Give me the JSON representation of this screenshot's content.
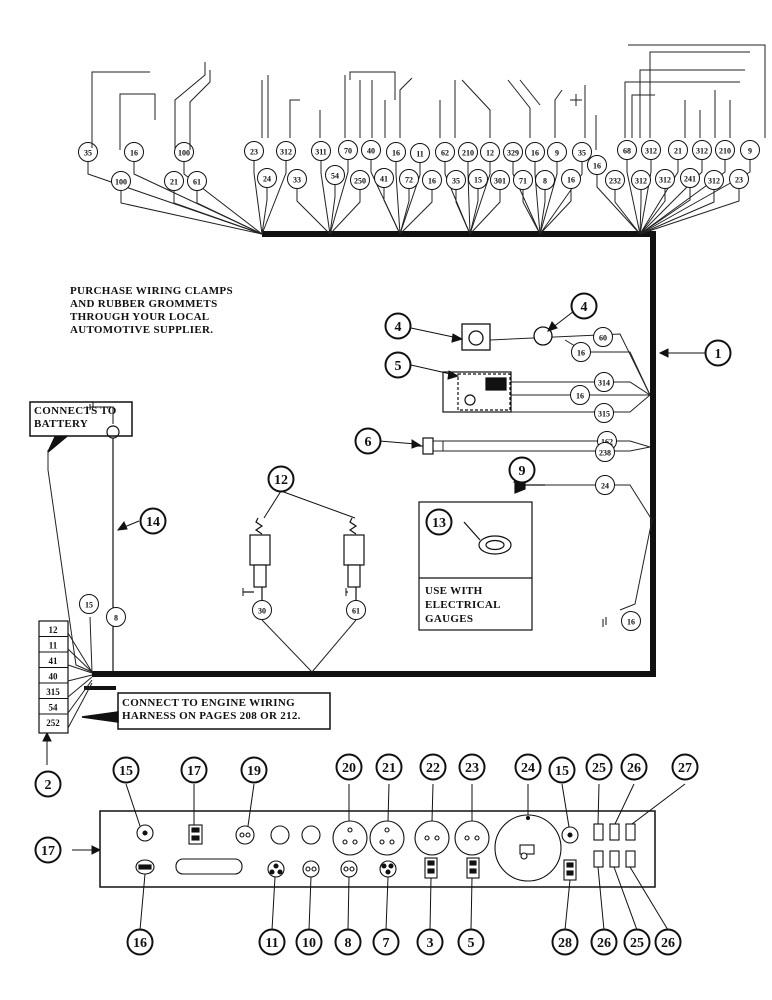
{
  "notes": {
    "purchase": [
      "PURCHASE WIRING CLAMPS",
      "AND RUBBER GROMMETS",
      "THROUGH YOUR LOCAL",
      "AUTOMOTIVE SUPPLIER."
    ],
    "battery": [
      "CONNECTS TO",
      "BATTERY"
    ],
    "engine_harness": [
      "CONNECT TO ENGINE WIRING",
      "HARNESS ON PAGES 208 OR 212."
    ],
    "gauges": [
      "USE WITH",
      "ELECTRICAL",
      "GAUGES"
    ]
  },
  "top_wires_row1": [
    "35",
    "16",
    "100",
    "23",
    "312",
    "311",
    "70",
    "40",
    "16",
    "11",
    "62",
    "210",
    "12",
    "329",
    "16",
    "9",
    "35",
    "68",
    "312",
    "21",
    "312",
    "210",
    "9"
  ],
  "top_wires_row2": [
    "100",
    "21",
    "61",
    "24",
    "33",
    "54",
    "250",
    "41",
    "72",
    "16",
    "35",
    "15",
    "301",
    "71",
    "8",
    "16",
    "16",
    "232",
    "312",
    "312",
    "241",
    "312",
    "23"
  ],
  "right_wires": [
    "60",
    "16",
    "314",
    "16",
    "315",
    "162",
    "238",
    "24",
    "16"
  ],
  "left_wires": [
    "15",
    "8",
    "30",
    "61"
  ],
  "connector_block": [
    "12",
    "11",
    "41",
    "40",
    "315",
    "54",
    "252"
  ],
  "callouts": {
    "harness": "1",
    "connector": "2",
    "lamp_a": "4",
    "lamp_b": "4",
    "regulator": "5",
    "switch": "6",
    "horn_button": "9",
    "solenoid": "12",
    "grommet": "13",
    "light": "14"
  },
  "panel": {
    "label": "17",
    "top_callouts": [
      "15",
      "17",
      "19",
      "20",
      "21",
      "22",
      "23",
      "24",
      "15",
      "25",
      "26",
      "27"
    ],
    "bottom_callouts": [
      "16",
      "11",
      "10",
      "8",
      "7",
      "3",
      "5",
      "28",
      "26",
      "25",
      "26"
    ]
  }
}
